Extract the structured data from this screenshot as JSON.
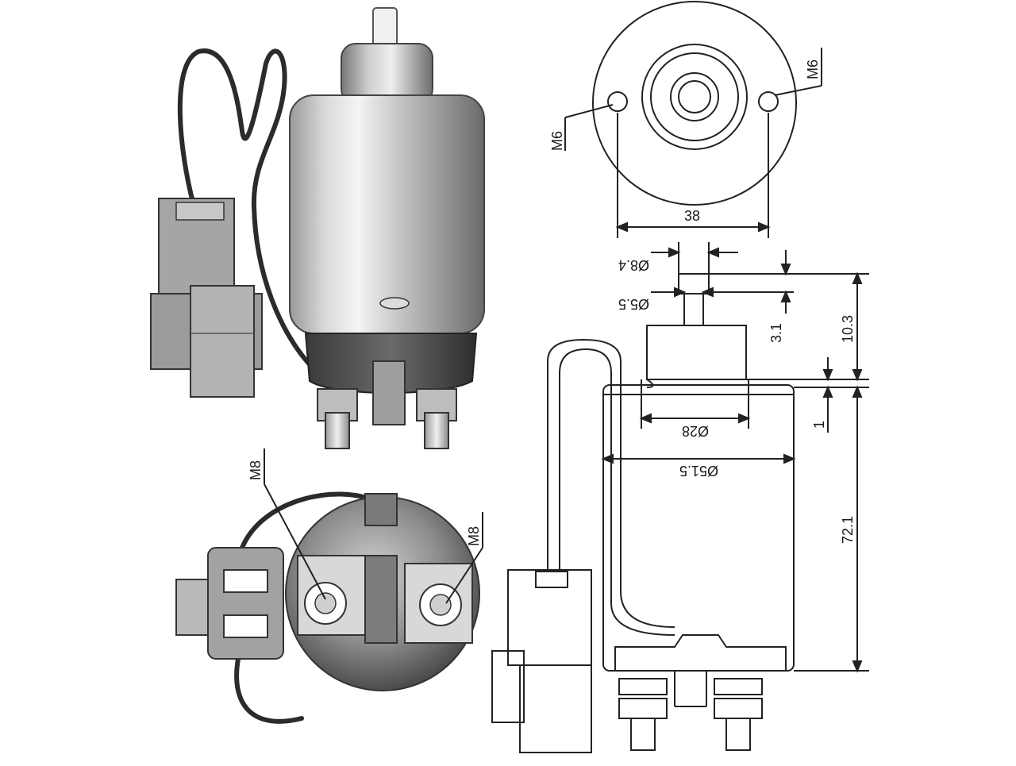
{
  "labels": {
    "m6_left": "M6",
    "m6_right": "M6",
    "width_38": "38",
    "d_8_4": "Ø8.4",
    "d_5_5": "Ø5.5",
    "h_3_1": "3.1",
    "h_10_3": "10.3",
    "h_1": "1",
    "d_28": "Ø28",
    "d_51_5": "Ø51.5",
    "h_72_1": "72.1",
    "m8_left": "M8",
    "m8_right": "M8"
  },
  "colors": {
    "line": "#222222",
    "metal_light": "#e6e6e6",
    "metal_mid": "#a9a9a9",
    "metal_dark": "#4a4a4a",
    "connector": "#9a9a9a",
    "wire": "#2b2b2b"
  }
}
